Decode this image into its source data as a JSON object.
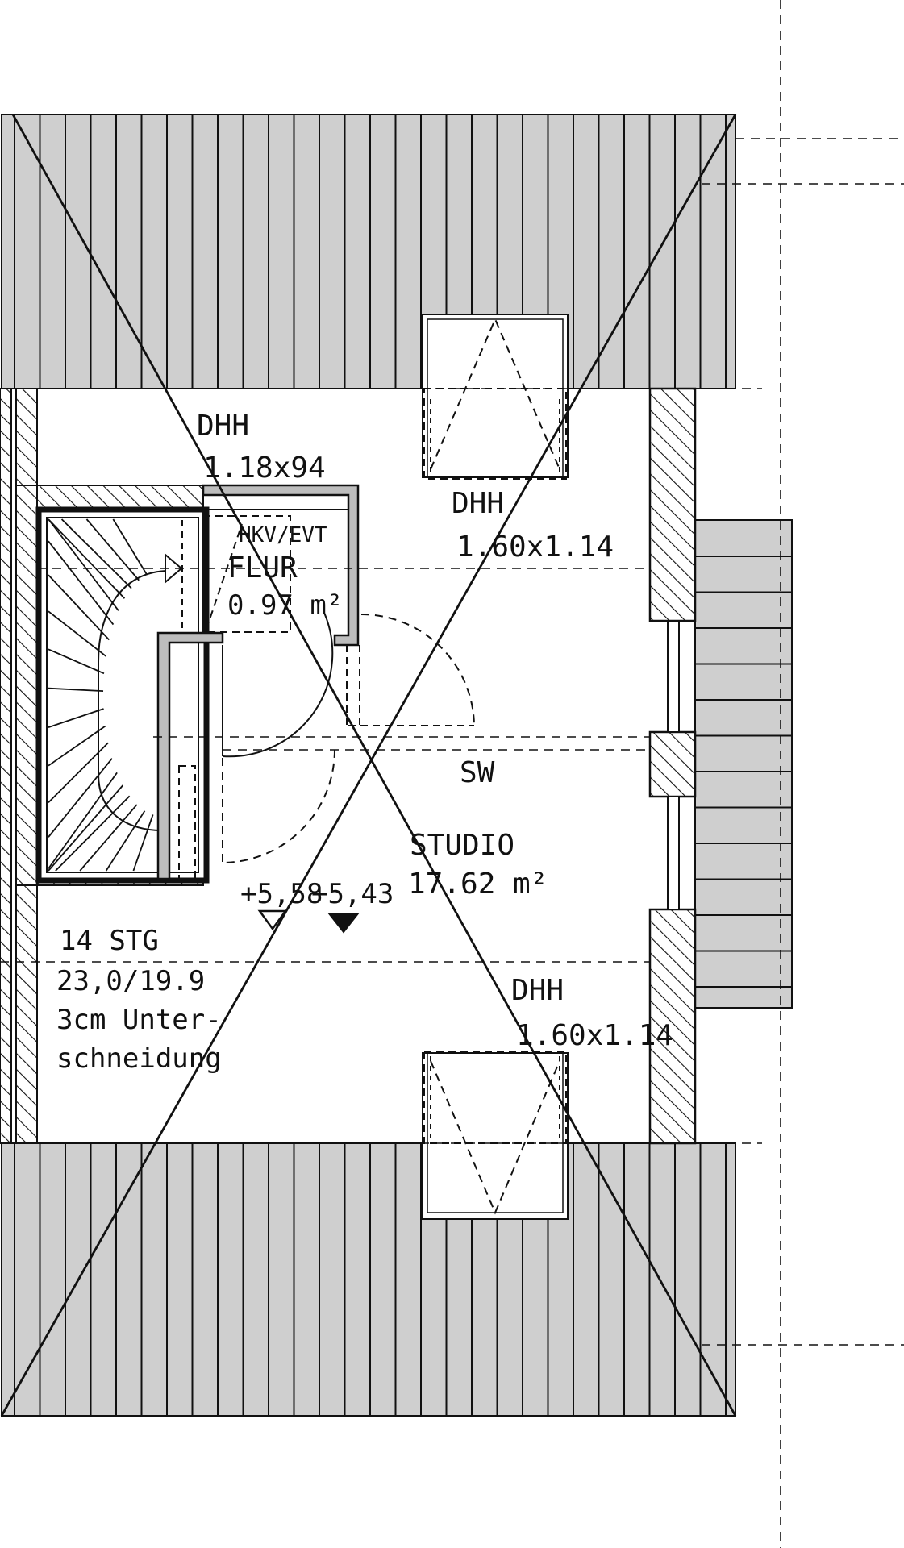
{
  "labels": {
    "skylight_top_left_name": "DHH",
    "skylight_top_left_size": "1.18x94",
    "skylight_top_right_name": "DHH",
    "skylight_top_right_size": "1.60x1.14",
    "skylight_bottom_name": "DHH",
    "skylight_bottom_size": "1.60x1.14",
    "hkv_evt": "HKV/EVT",
    "flur_name": "FLUR",
    "flur_area": "0.97 m²",
    "sw": "SW",
    "studio_name": "STUDIO",
    "studio_area": "17.62  m²",
    "level_a": "+5,58",
    "level_b": "+5,43",
    "stairs_count": "14  STG",
    "stairs_dims": "23,0/19.9",
    "stairs_note_1": "3cm Unter-",
    "stairs_note_2": "schneidung"
  },
  "colors": {
    "roof_fill": "#cfcfcf",
    "line": "#111111",
    "wall_fill": "#bdbdbd",
    "paper": "#ffffff"
  }
}
